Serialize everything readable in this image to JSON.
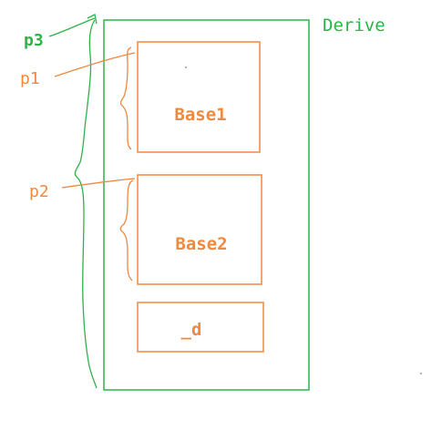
{
  "diagram": {
    "outer_label": "Derive",
    "pointers": {
      "p1": "p1",
      "p2": "p2",
      "p3": "p3"
    },
    "blocks": {
      "base1": "Base1",
      "base2": "Base2",
      "member": "_d"
    },
    "colors": {
      "derive": "#2fb24a",
      "base": "#f0883e",
      "bracket": "#f0883e"
    }
  }
}
